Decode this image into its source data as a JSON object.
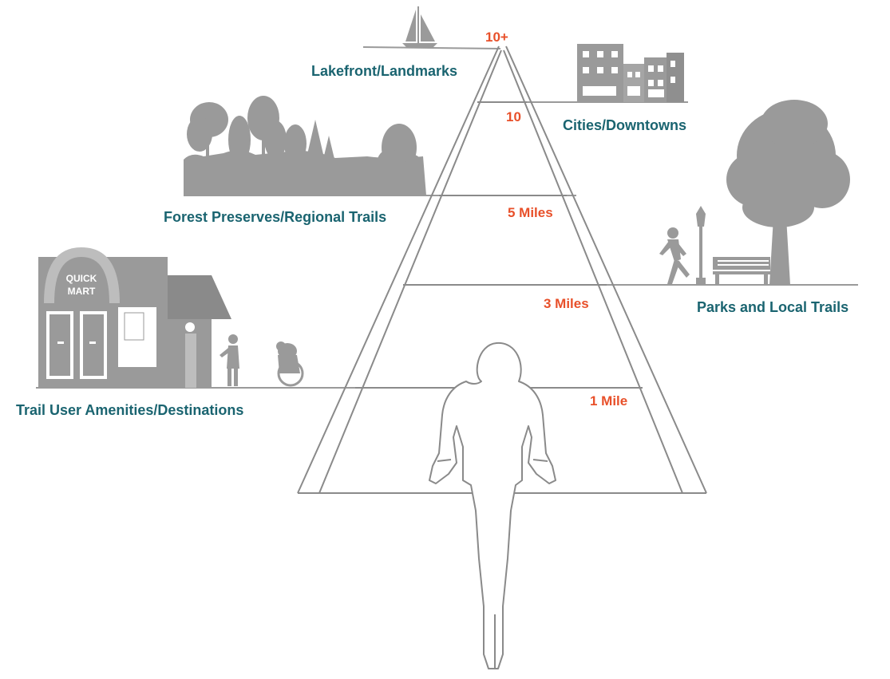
{
  "colors": {
    "destination_label": "#1a6470",
    "distance_label": "#e8502a",
    "silhouette": "#9a9a9a",
    "road_line": "#8a8a8a"
  },
  "destinations": {
    "lakefront": "Lakefront/Landmarks",
    "cities": "Cities/Downtowns",
    "forest": "Forest Preserves/Regional Trails",
    "parks": "Parks and Local Trails",
    "amenities": "Trail User Amenities/Destinations"
  },
  "distances": {
    "d10plus": "10+",
    "d10": "10",
    "d5": "5 Miles",
    "d3": "3 Miles",
    "d1": "1 Mile"
  },
  "store_sign": {
    "line1": "QUICK",
    "line2": "MART"
  },
  "icons": [
    "sailboat-icon",
    "city-buildings-icon",
    "forest-trees-icon",
    "park-tree-icon",
    "lamp-post-icon",
    "bench-icon",
    "runner-icon",
    "quick-mart-store-icon",
    "person-icon",
    "wheelchair-user-icon",
    "cyclist-icon"
  ]
}
